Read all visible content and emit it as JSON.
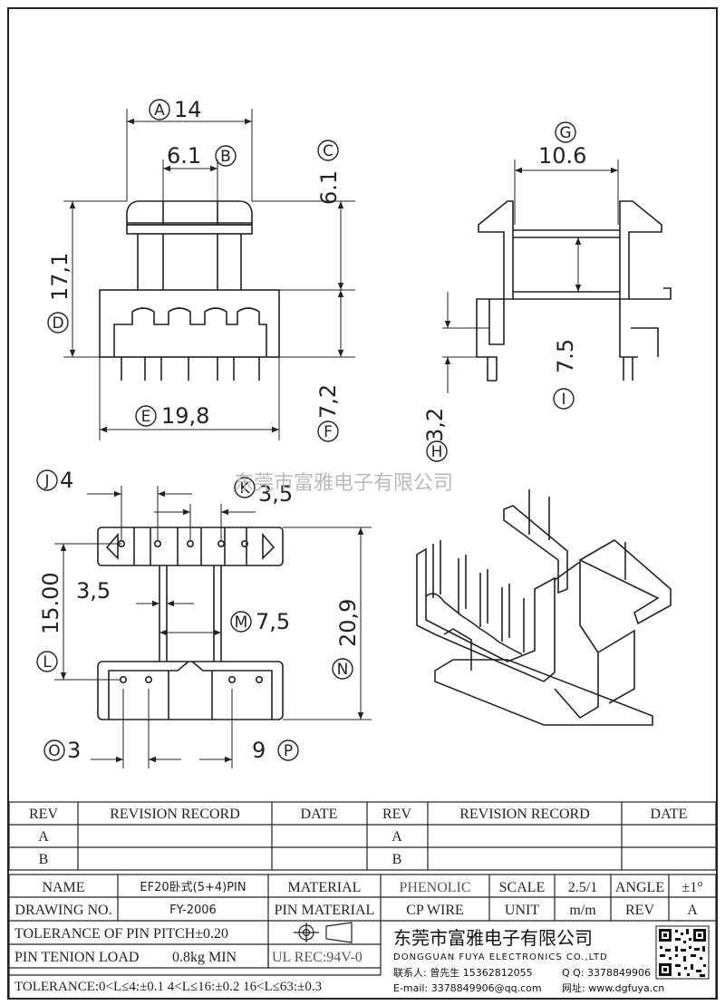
{
  "dimensions": {
    "A": {
      "letter": "A",
      "value": "14"
    },
    "B": {
      "letter": "B",
      "value": "6.1"
    },
    "C": {
      "letter": "C",
      "value": "6.1"
    },
    "D": {
      "letter": "D",
      "value": "17,1"
    },
    "E": {
      "letter": "E",
      "value": "19,8"
    },
    "F": {
      "letter": "F",
      "value": "7,2"
    },
    "G": {
      "letter": "G",
      "value": "10.6"
    },
    "H": {
      "letter": "H",
      "value": "3,2"
    },
    "I": {
      "letter": "I",
      "value": "7.5"
    },
    "J": {
      "letter": "J",
      "value": "4"
    },
    "K": {
      "letter": "K",
      "value": "3,5"
    },
    "L": {
      "letter": "L",
      "value": "15.00"
    },
    "L2": {
      "value": "3,5"
    },
    "M": {
      "letter": "M",
      "value": "7,5"
    },
    "N": {
      "letter": "N",
      "value": "20,9"
    },
    "O": {
      "letter": "O",
      "value": "3"
    },
    "P": {
      "letter": "P",
      "value": "9"
    }
  },
  "watermark": "东莞市富雅电子有限公司",
  "revision_table": {
    "headers": [
      "REV",
      "REVISION RECORD",
      "DATE",
      "REV",
      "REVISION RECORD",
      "DATE"
    ],
    "rows": [
      [
        "A",
        "",
        "",
        "A",
        "",
        ""
      ],
      [
        "B",
        "",
        "",
        "B",
        "",
        ""
      ]
    ]
  },
  "title_block": {
    "name_label": "NAME",
    "name_value": "EF20卧式(5+4)PIN",
    "material_label": "MATERIAL",
    "material_value": "PHENOLIC",
    "scale_label": "SCALE",
    "scale_value": "2.5/1",
    "angle_label": "ANGLE",
    "angle_value": "±1°",
    "drawing_no_label": "DRAWING NO.",
    "drawing_no_value": "FY-2006",
    "pin_material_label": "PIN MATERIAL",
    "pin_material_value": "CP WIRE",
    "unit_label": "UNIT",
    "unit_value": "m/m",
    "rev_label": "REV",
    "rev_value": "A",
    "tolerance_pitch": "TOLERANCE OF PIN PITCH±0.20",
    "pin_tension_label": "PIN TENION LOAD",
    "pin_tension_value": "0.8kg MIN",
    "ul_rec": "UL REC:94V-0",
    "tolerance_line": "TOLERANCE:0<L≤4:±0.1  4<L≤16:±0.2  16<L≤63:±0.3"
  },
  "company": {
    "name_cn": "东莞市富雅电子有限公司",
    "name_en": "DONGGUAN FUYA ELECTRONICS CO.,LTD",
    "contact": "联系人: 曾先生 15362812055",
    "qq": "Q Q: 3378849906",
    "email": "E-mail: 3378849906@qq.com",
    "website": "网址: www.dgfuya.cn"
  }
}
